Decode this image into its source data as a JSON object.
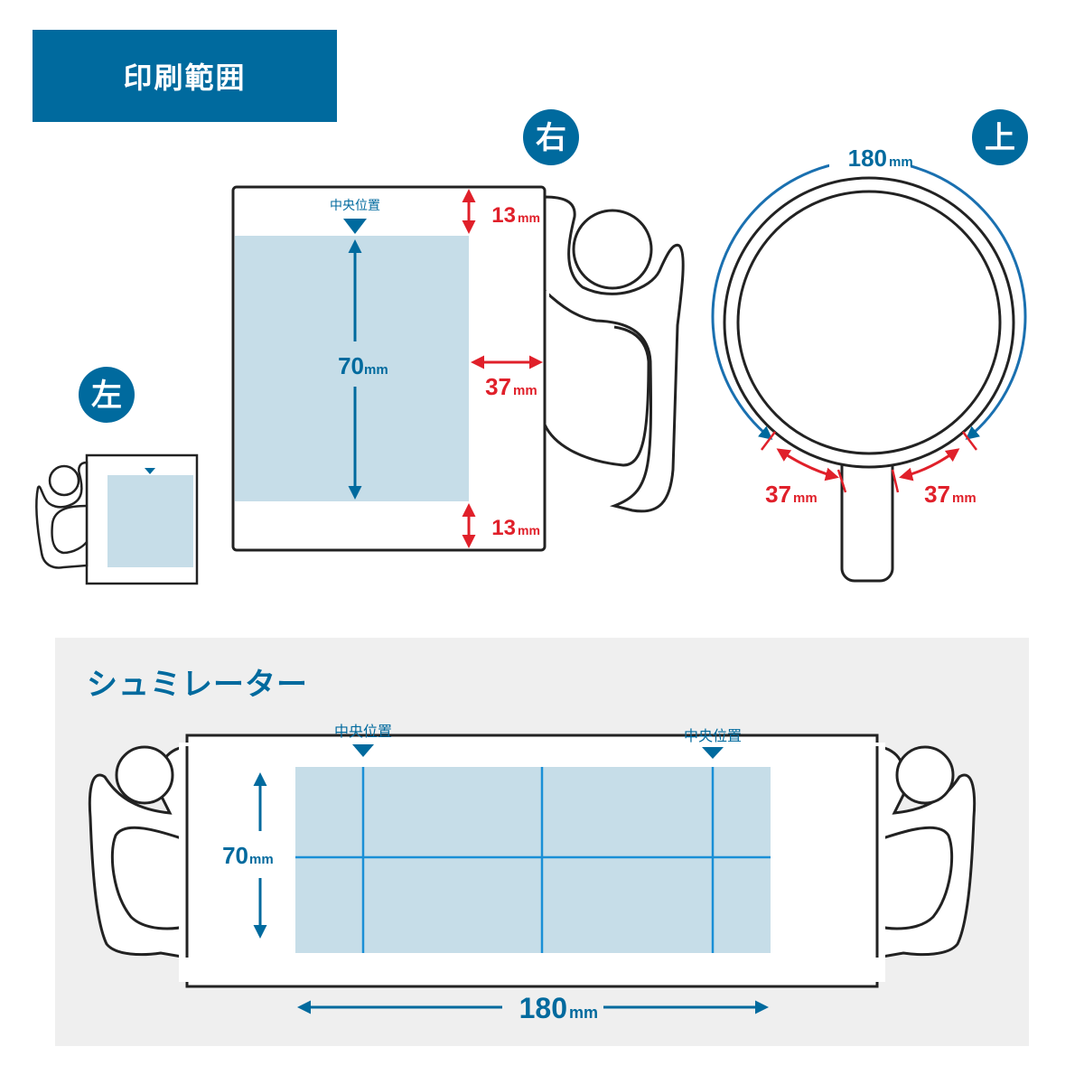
{
  "header": {
    "title": "印刷範囲"
  },
  "views": {
    "right": {
      "badge": "右",
      "center_label": "中央位置",
      "top_margin": "13",
      "bottom_margin": "13",
      "print_height": "70",
      "handle_gap": "37",
      "unit": "mm"
    },
    "top": {
      "badge": "上",
      "circumference": "180",
      "left_gap": "37",
      "right_gap": "37",
      "unit": "mm"
    },
    "left": {
      "badge": "左"
    }
  },
  "simulator": {
    "title": "シュミレーター",
    "center_label_1": "中央位置",
    "center_label_2": "中央位置",
    "height": "70",
    "width": "180",
    "unit": "mm"
  },
  "colors": {
    "brand_blue": "#006a9e",
    "print_area": "#c6dde8",
    "dimension_red": "#e0202a",
    "guide_line": "#1a8fd6",
    "panel_bg": "#efefef"
  }
}
